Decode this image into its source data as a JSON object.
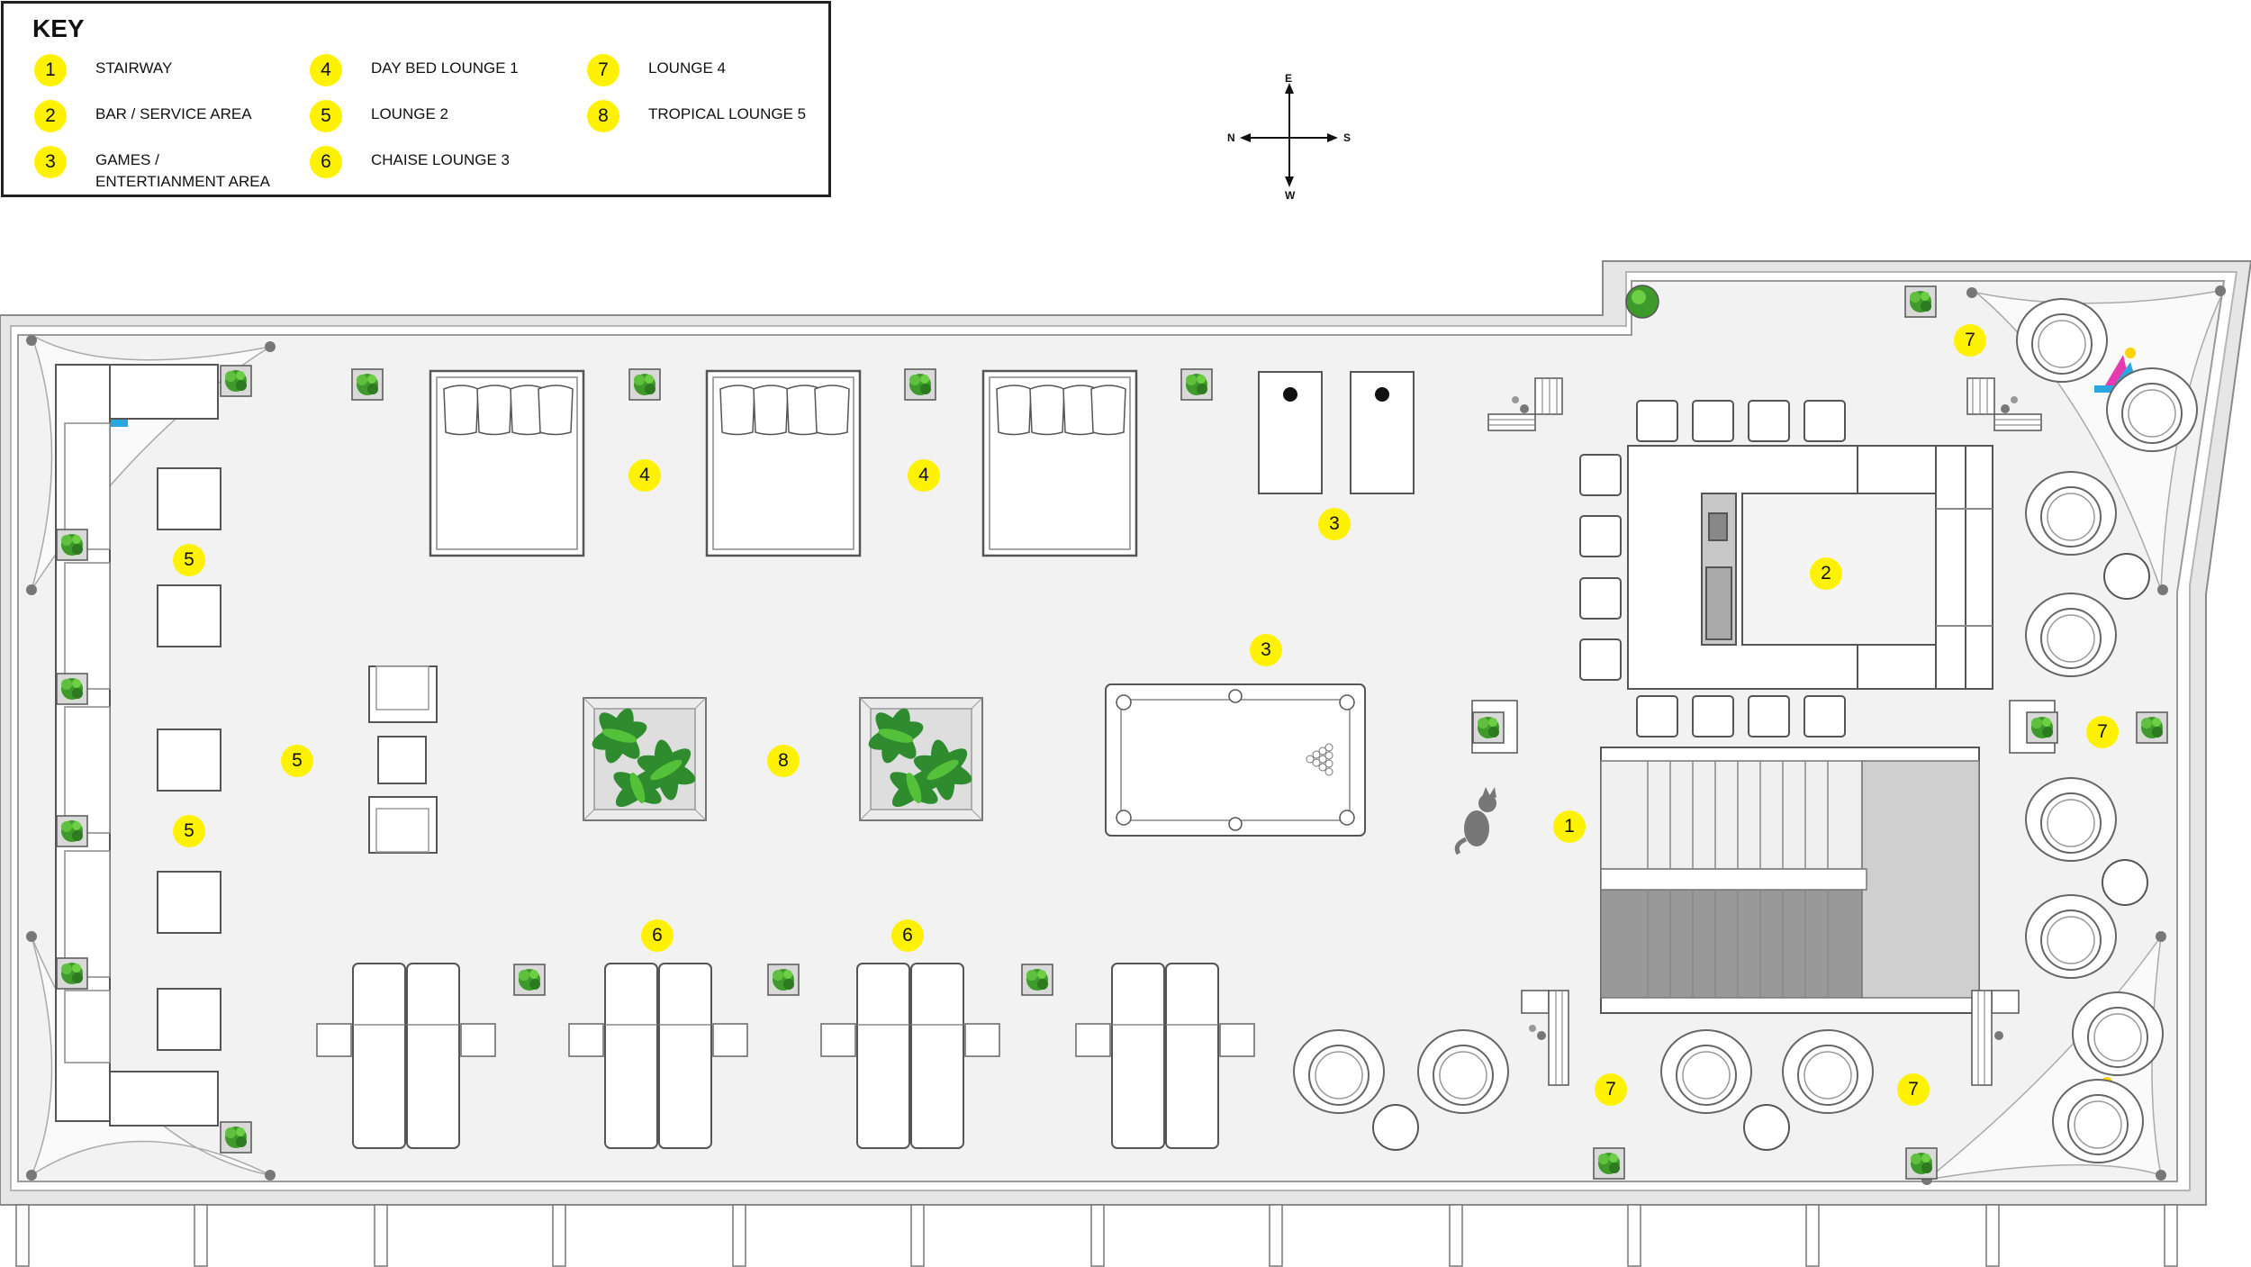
{
  "key": {
    "title": "KEY",
    "items": [
      {
        "number": "1",
        "label": "STAIRWAY"
      },
      {
        "number": "2",
        "label": "BAR / SERVICE AREA"
      },
      {
        "number": "3",
        "label": "GAMES /\nENTERTIANMENT AREA"
      },
      {
        "number": "4",
        "label": "DAY BED LOUNGE 1"
      },
      {
        "number": "5",
        "label": "LOUNGE 2"
      },
      {
        "number": "6",
        "label": "CHAISE LOUNGE 3"
      },
      {
        "number": "7",
        "label": "LOUNGE 4"
      },
      {
        "number": "8",
        "label": "TROPICAL LOUNGE 5"
      }
    ]
  },
  "compass": {
    "north": "N",
    "south": "S",
    "east": "E",
    "west": "W"
  },
  "plan_markers": [
    "1",
    "2",
    "3",
    "3",
    "4",
    "4",
    "5",
    "5",
    "5",
    "6",
    "6",
    "7",
    "7",
    "7",
    "7",
    "8"
  ],
  "colors": {
    "marker": "#fff200",
    "floor": "#f2f2f2",
    "walls": "#bbbbbb",
    "planter": "#3f9a2c"
  }
}
